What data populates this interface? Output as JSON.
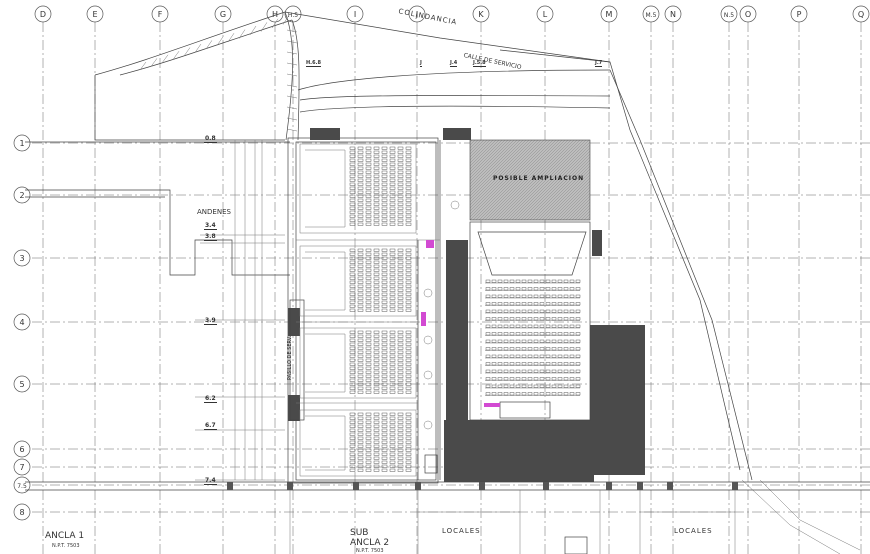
{
  "grid": {
    "columns": [
      "D",
      "E",
      "F",
      "G",
      "H",
      "H.5",
      "I",
      "J",
      "K",
      "L",
      "M",
      "M.5",
      "N",
      "N.5",
      "O",
      "P",
      "Q"
    ],
    "rows": [
      "1",
      "2",
      "3",
      "4",
      "5",
      "6",
      "7",
      "7.5",
      "8"
    ]
  },
  "levels": [
    "0.8",
    "3.4",
    "3.8",
    "3.9",
    "6.2",
    "6.7",
    "7.4"
  ],
  "top_levels": [
    "H.6.8",
    "J",
    "J.4",
    "J.5.8",
    "J.7"
  ],
  "labels": {
    "colindancia": "COLINDANCIA",
    "calle_servicio": "CALLE DE SERVICIO",
    "andenes": "ANDENES",
    "posible_ampliacion": "POSIBLE AMPLIACION",
    "pasillo": "PASILLO DE SERV.",
    "ancla1": "ANCLA 1",
    "ancla1_npt": "N.P.T. 7503",
    "sub": "SUB",
    "ancla2": "ANCLA 2",
    "ancla2_npt": "N.P.T. 7503",
    "locales1": "LOCALES",
    "locales2": "LOCALES"
  },
  "colors": {
    "line": "#444444",
    "fill_dark": "#4a4a4a",
    "hatch": "#b5b5b5",
    "accent": "#d24ad2"
  }
}
